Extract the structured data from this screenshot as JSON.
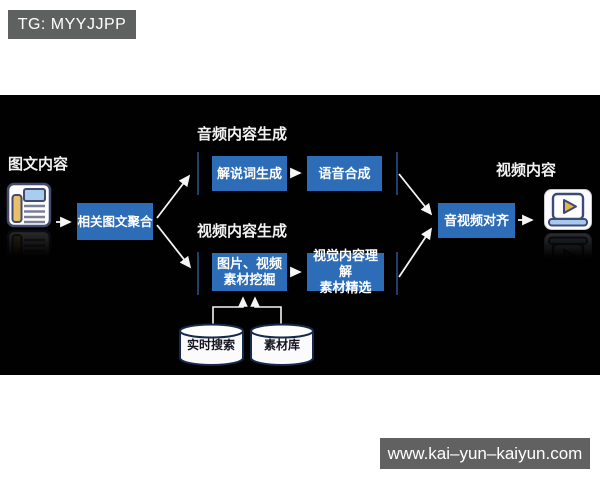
{
  "header": {
    "tg_label": "TG: MYYJJPP"
  },
  "footer": {
    "watermark": "www.kai–yun–kaiyun.com"
  },
  "diagram": {
    "input_label": "图文内容",
    "output_label": "视频内容",
    "audio_section_label": "音频内容生成",
    "video_section_label": "视频内容生成",
    "nodes": {
      "aggregate": "相关图文聚合",
      "narration": "解说词生成",
      "tts": "语音合成",
      "mining_line1": "图片、视频",
      "mining_line2": "素材挖掘",
      "understanding_line1": "视觉内容理解",
      "understanding_line2": "素材精选",
      "align": "音视频对齐"
    },
    "databases": {
      "realtime_search": "实时搜索",
      "material_library": "素材库"
    },
    "icons": {
      "input": "newspaper-icon",
      "output": "laptop-play-icon"
    },
    "colors": {
      "stage_bg": "#010101",
      "node_blue": "#2d6cb6",
      "bracket_blue": "#1f3f6e",
      "badge_gray": "#5f6060",
      "arrow_white": "#f5f5f5",
      "play_yellow": "#e6b54a"
    }
  }
}
